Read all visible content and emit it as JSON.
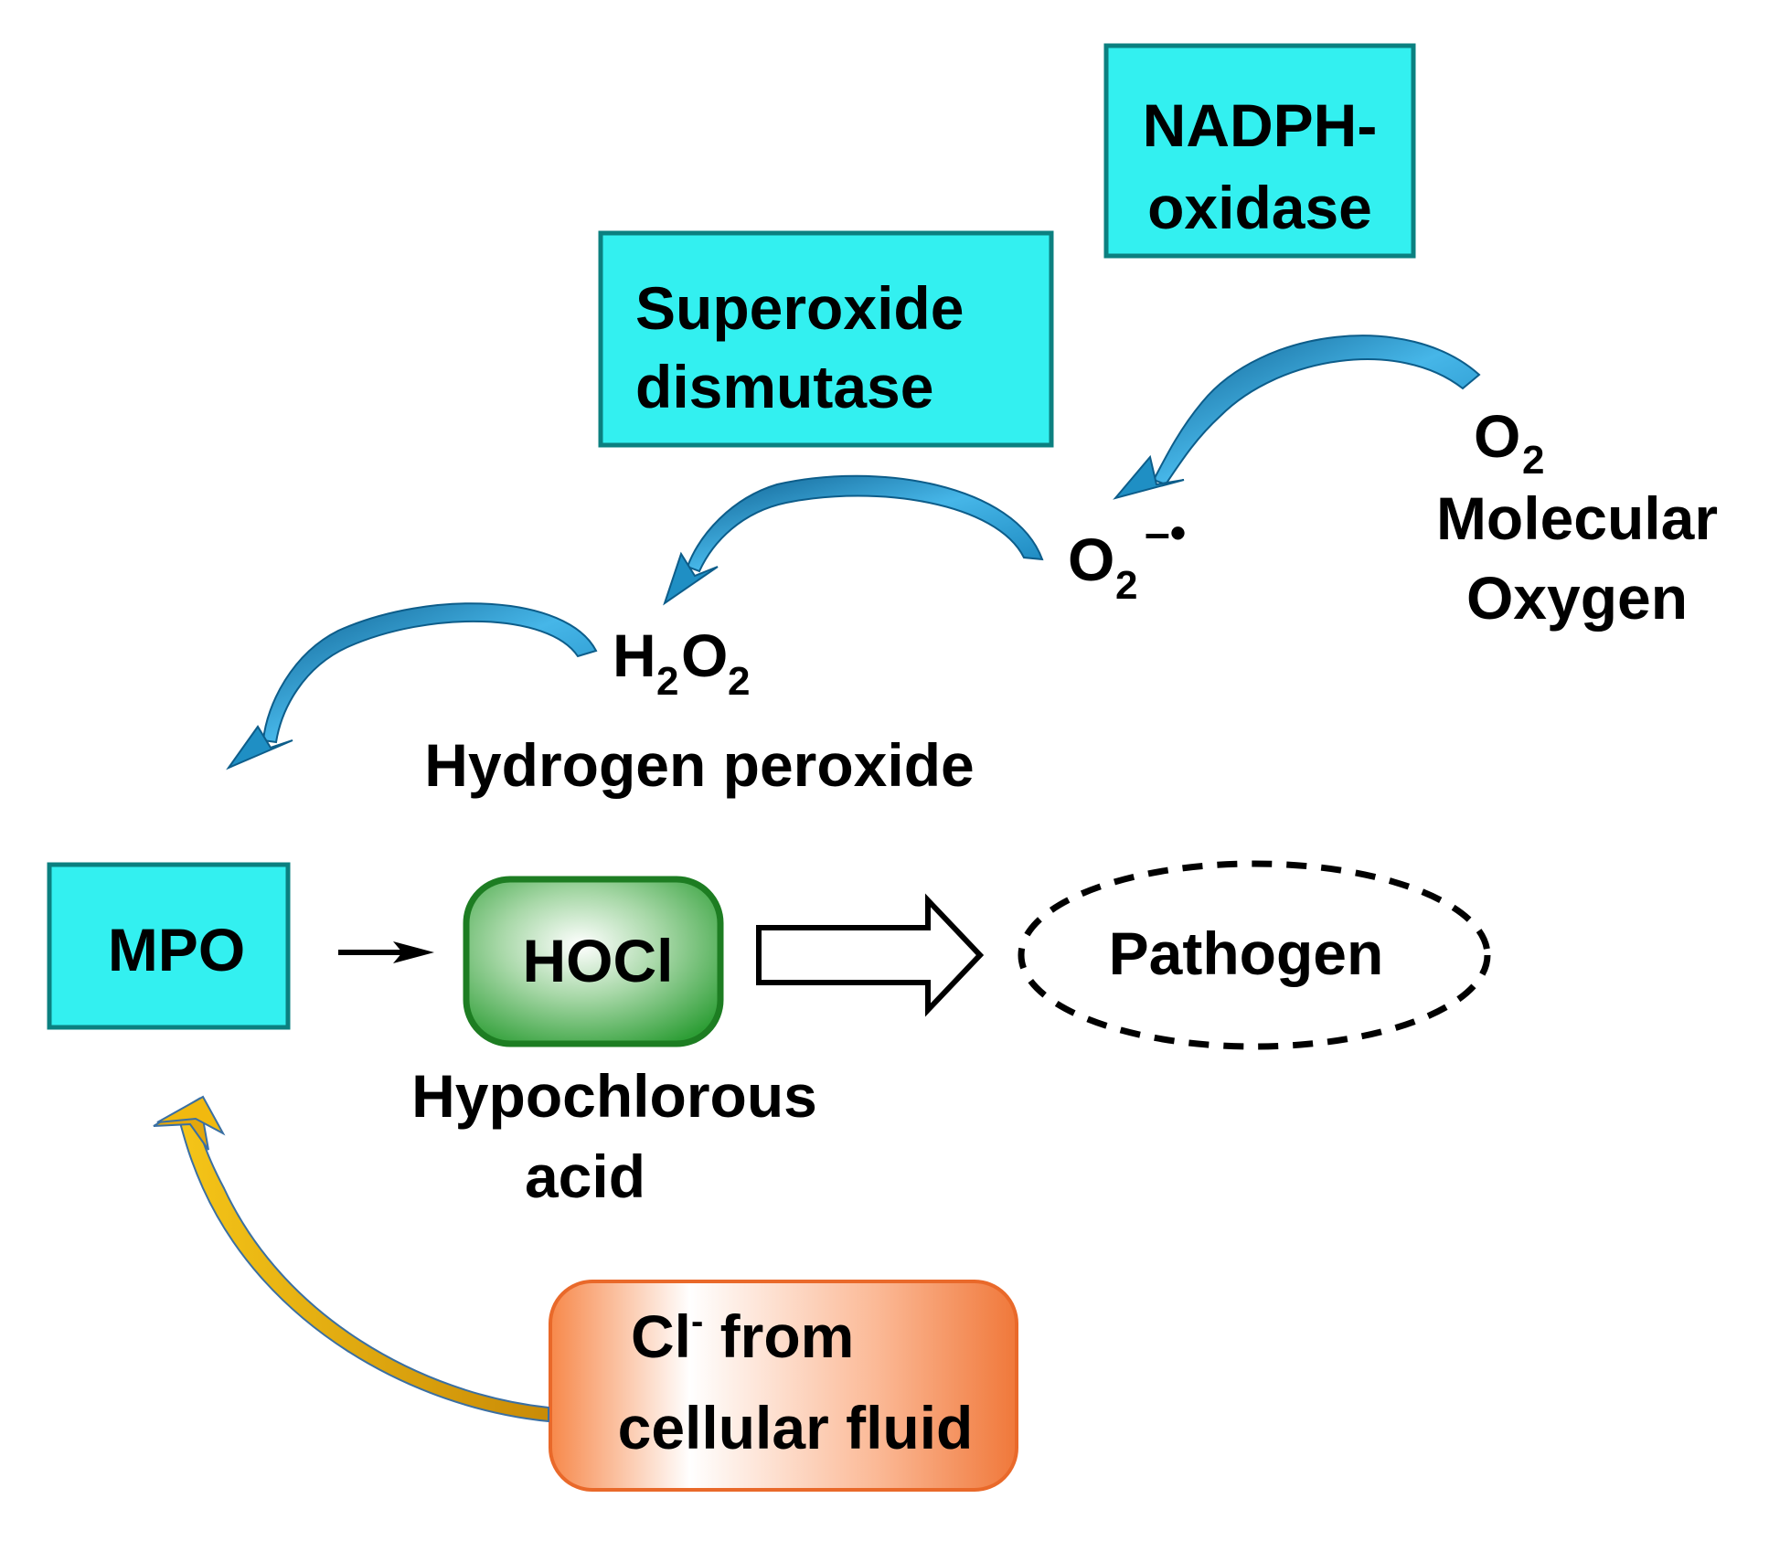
{
  "enzymes": {
    "nadph_oxidase": [
      "NADPH-",
      "oxidase"
    ],
    "superoxide_dismutase": [
      "Superoxide",
      "dismutase"
    ],
    "mpo": "MPO"
  },
  "molecules": {
    "oxygen_formula": "O",
    "oxygen_subscript": "2",
    "oxygen_name": [
      "Molecular",
      "Oxygen"
    ],
    "superoxide_formula": "O",
    "superoxide_subscript": "2",
    "superoxide_charge": "–•",
    "peroxide_h": "H",
    "peroxide_sub1": "2",
    "peroxide_o": "O",
    "peroxide_sub2": "2",
    "peroxide_name": "Hydrogen peroxide",
    "hocl": "HOCl",
    "hocl_name": [
      "Hypochlorous",
      "acid"
    ]
  },
  "target": "Pathogen",
  "chloride": {
    "symbol": "Cl",
    "charge": "-",
    "from": " from",
    "source": "cellular fluid"
  },
  "colors": {
    "enzyme_fill": "#33f0f0",
    "enzyme_stroke": "#0b8080",
    "arrow_blue": "#1f8fc4",
    "arrow_gold": "#e3a70c",
    "hocl_green": "#2e9e36",
    "chloride_orange": "#f0783a"
  }
}
